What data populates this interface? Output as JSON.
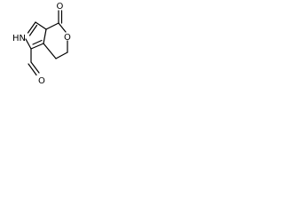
{
  "molecule": {
    "atoms": {
      "carbonyl_o_top": "O",
      "ring_o": "O",
      "aldehyde_o": "O",
      "nh": "HN"
    }
  }
}
